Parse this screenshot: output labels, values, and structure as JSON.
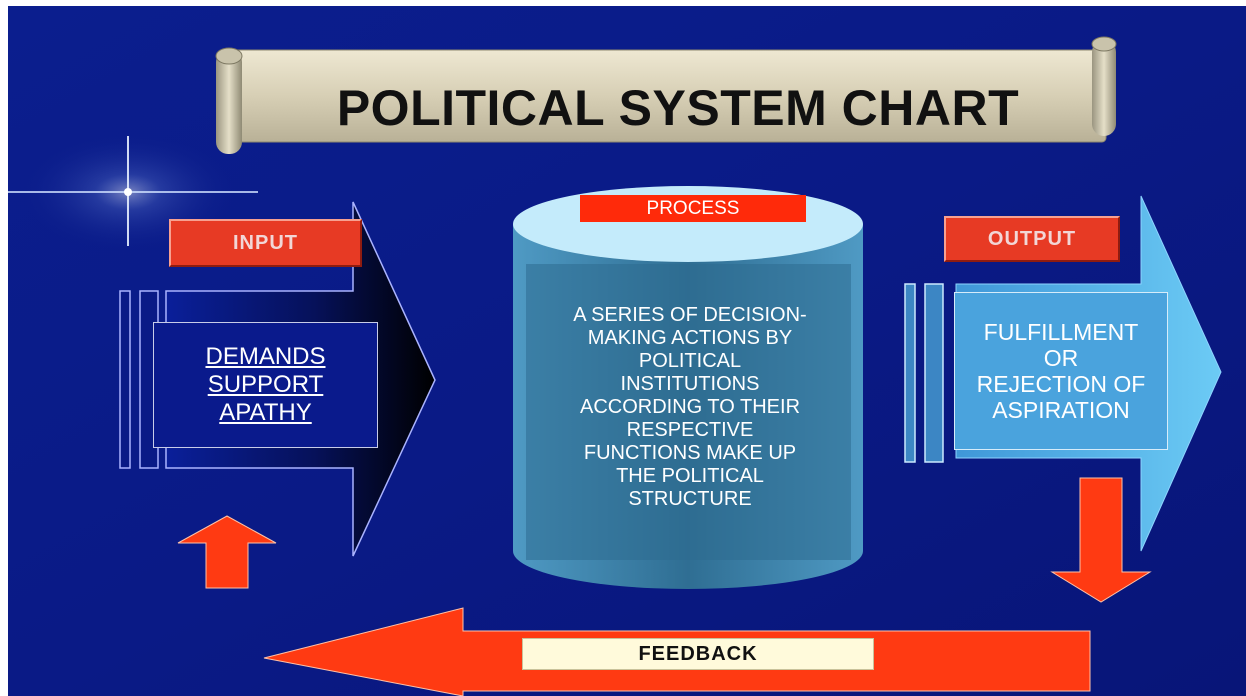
{
  "title": "POLITICAL SYSTEM CHART",
  "labels": {
    "input": "INPUT",
    "process": "PROCESS",
    "output": "OUTPUT",
    "feedback": "FEEDBACK"
  },
  "input_items": [
    "DEMANDS",
    "SUPPORT",
    "APATHY"
  ],
  "process_lines": [
    "A SERIES OF DECISION-",
    "MAKING ACTIONS BY",
    "POLITICAL",
    "INSTITUTIONS",
    "ACCORDING TO THEIR",
    "RESPECTIVE",
    "FUNCTIONS MAKE UP",
    "THE POLITICAL",
    "STRUCTURE"
  ],
  "output_lines": [
    "FULFILLMENT",
    "OR",
    "REJECTION OF",
    "ASPIRATION"
  ],
  "colors": {
    "background": "#0d1d86",
    "label_red": "#e73a24",
    "arrow_red": "#ff3a12",
    "cylinder_top": "#bfe8fb",
    "cylinder_body": "#3a7fa6",
    "output_arrow": "#5ab8ec",
    "scroll": "#d7cfb5"
  }
}
